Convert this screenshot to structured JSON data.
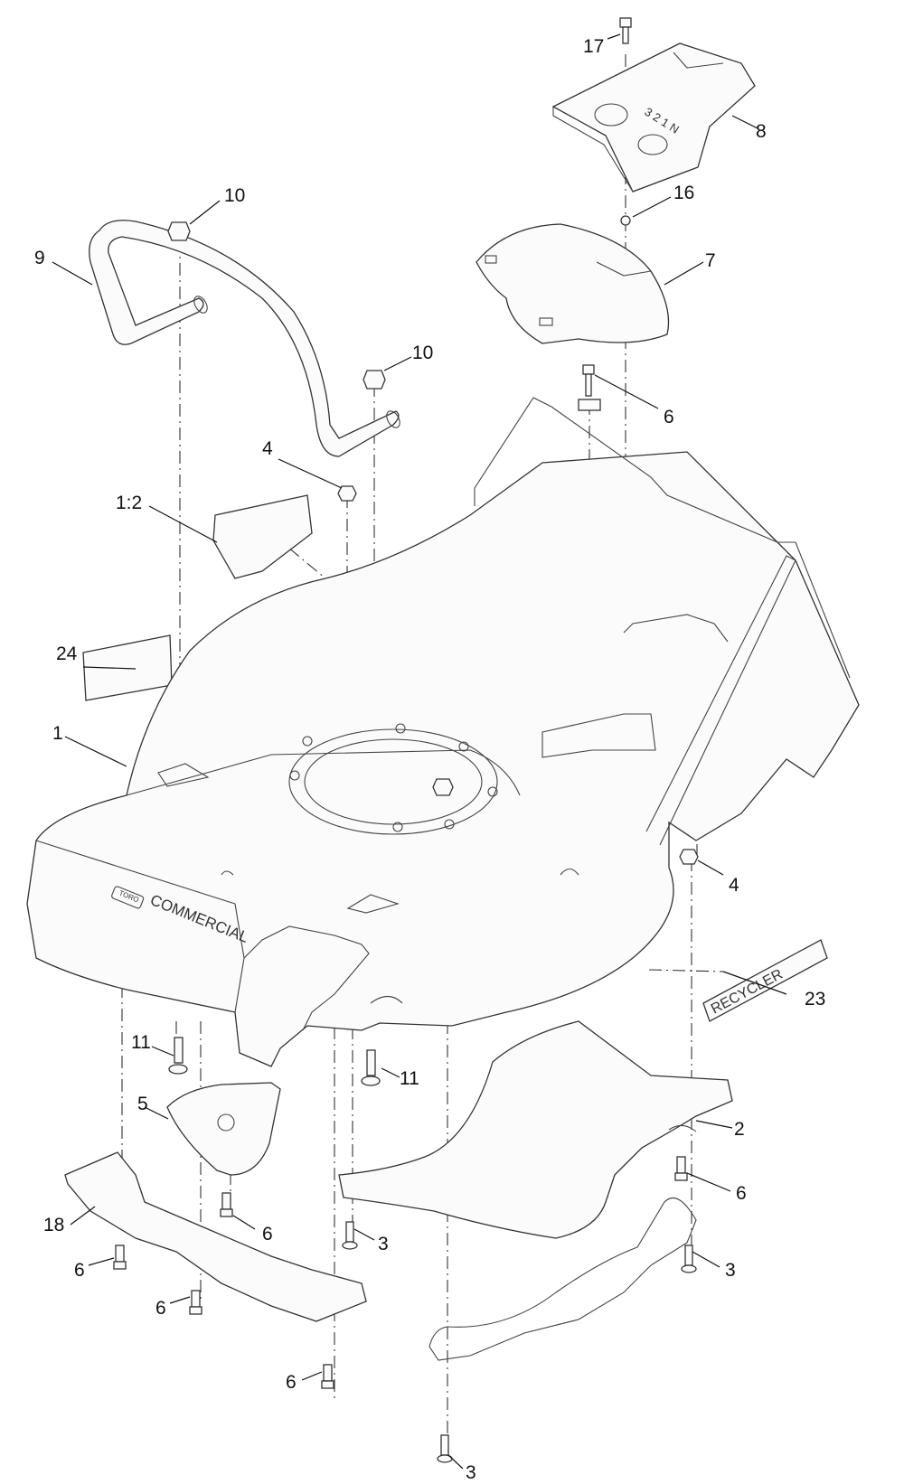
{
  "callouts": {
    "c17": "17",
    "c8": "8",
    "c16": "16",
    "c7": "7",
    "c10a": "10",
    "c9": "9",
    "c10b": "10",
    "c6a": "6",
    "c4a": "4",
    "c1_2": "1:2",
    "c24": "24",
    "c1": "1",
    "c4b": "4",
    "c23": "23",
    "c11a": "11",
    "c11b": "11",
    "c2": "2",
    "c5": "5",
    "c6b": "6",
    "c6c": "6",
    "c18": "18",
    "c6d": "6",
    "c3a": "3",
    "c3b": "3",
    "c6e": "6",
    "c6f": "6",
    "c3c": "3"
  },
  "markings": {
    "shift_gears": "3 2 1 N",
    "brand_badge": "TORO",
    "brand_text": "COMMERCIAL",
    "recycler_decal": "RECYCLER"
  }
}
